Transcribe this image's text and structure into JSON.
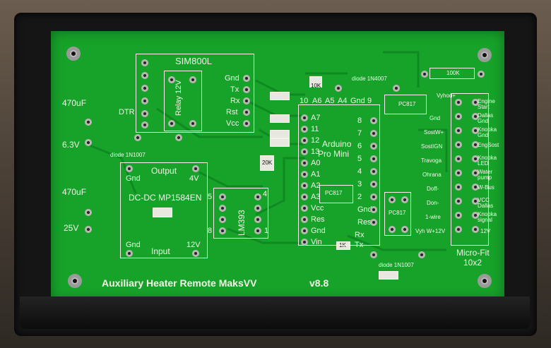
{
  "board": {
    "title": "Auxiliary Heater Remote MaksVV",
    "version": "v8.8"
  },
  "modules": {
    "sim800l": "SIM800L",
    "relay": "Relay 12V",
    "arduino_line1": "Arduino",
    "arduino_line2": "Pro Mini",
    "dcdc": "DC-DC MP1584EN",
    "lm393": "LM393",
    "pc817_a": "PC817",
    "pc817_b": "PC817",
    "pc817_c": "PC817",
    "microfit_line1": "Micro-Fit",
    "microfit_line2": "10x2"
  },
  "capacitors": [
    {
      "cap": "470uF",
      "volt": "6.3V"
    },
    {
      "cap": "470uF",
      "volt": "25V"
    }
  ],
  "dcdc_labels": {
    "gnd_top": "Gnd",
    "output": "Output",
    "out_v": "4V",
    "gnd_bot": "Gnd",
    "input": "Input",
    "in_v": "12V"
  },
  "sim_pins": [
    "Gnd",
    "Tx",
    "Rx",
    "Rst",
    "Vcc"
  ],
  "dtr": "DTR",
  "diodes": [
    "diode 1N1007",
    "diode 1N4007",
    "diode 1N1007"
  ],
  "resistors": {
    "r100k": "100K",
    "r10k": "10K",
    "r20k": "20K",
    "r1k": "1K"
  },
  "arduino_top_pins": [
    "10",
    "A6",
    "A5",
    "A4",
    "Gnd",
    "9"
  ],
  "arduino_left_pins": [
    "A7",
    "11",
    "12",
    "13",
    "A0",
    "A1",
    "A2",
    "A3",
    "Vcc",
    "Res",
    "Gnd",
    "Vin"
  ],
  "arduino_right_pins": [
    "8",
    "7",
    "6",
    "5",
    "4",
    "3",
    "2",
    "Gnd",
    "Res",
    "Rx",
    "Tx"
  ],
  "lm393_pins": {
    "p4": "4",
    "p5": "5",
    "p8": "8",
    "p1": "1"
  },
  "vyhod": "Vyhod+",
  "connector_left": [
    "Gnd",
    "SostW+",
    "SostIGN",
    "Travoga",
    "Ohrana",
    "Doff-",
    "Don-",
    "1-wire",
    "Vyh W+12V"
  ],
  "connector_right": [
    "Engine Start",
    "Dallas Gnd",
    "Knopka Gnd",
    "EngSost",
    "Knopka LED",
    "Water pump",
    "W-Bus",
    "VCC Dallas",
    "Knopka signal",
    "12V"
  ]
}
